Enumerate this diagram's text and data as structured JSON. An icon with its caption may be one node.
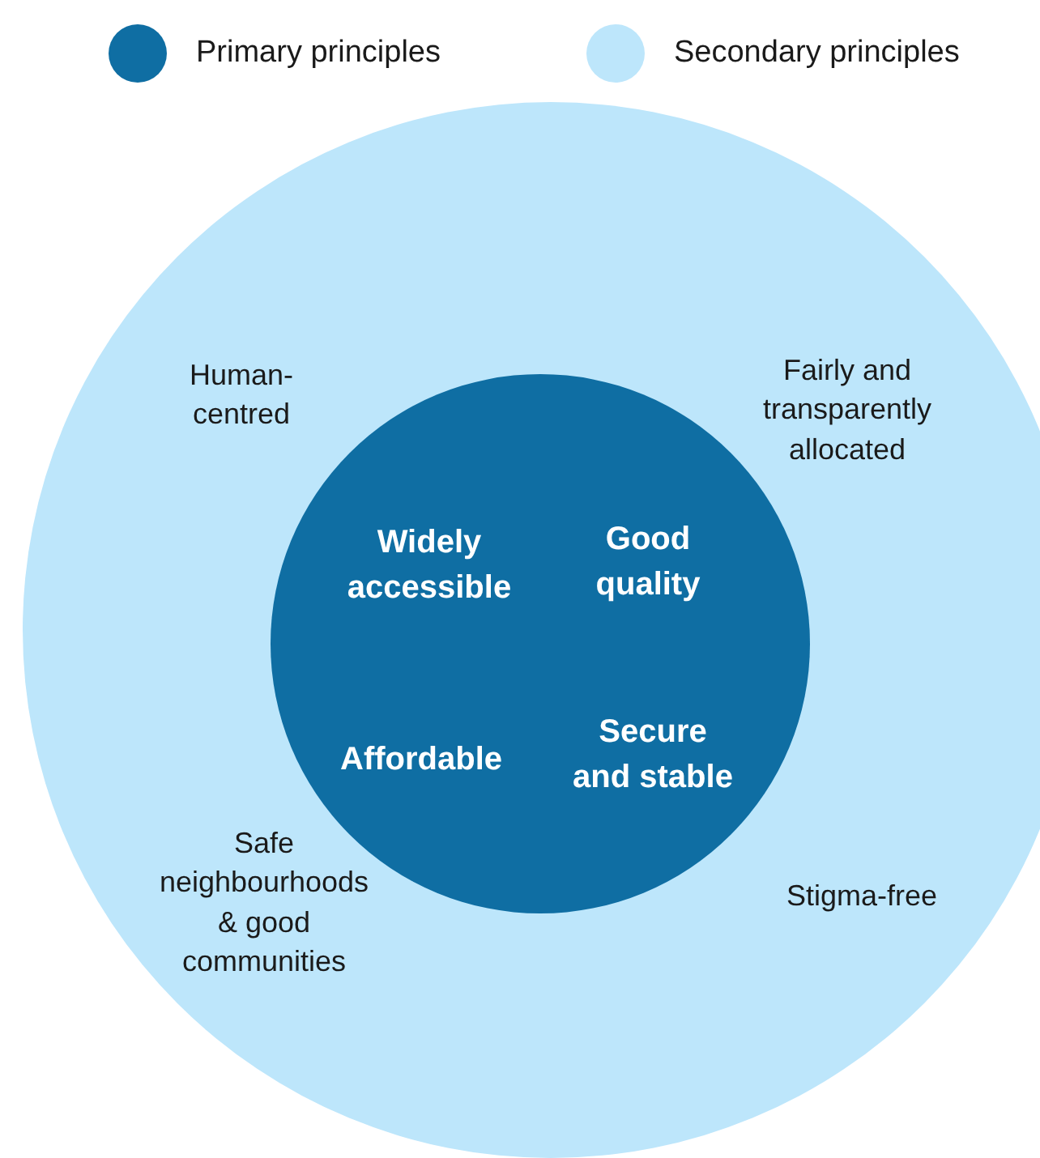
{
  "diagram": {
    "nodes": [
      {
        "text": [
          "Human-centred",
          "Fairly and transparently allocated",
          "Safe neighbourhoods & good communities",
          "Stigma-free"
        ]
      },
      {
        "text": [
          "Widely accessible",
          "Good quality",
          "Affordable",
          "Secure and stable"
        ],
        "in": 0
      }
    ],
    "legend": [
      {
        "text": "Primary principles",
        "color": "#0f6ea3"
      },
      {
        "text": "Secondary principles",
        "color": "#bde6fb"
      }
    ]
  }
}
